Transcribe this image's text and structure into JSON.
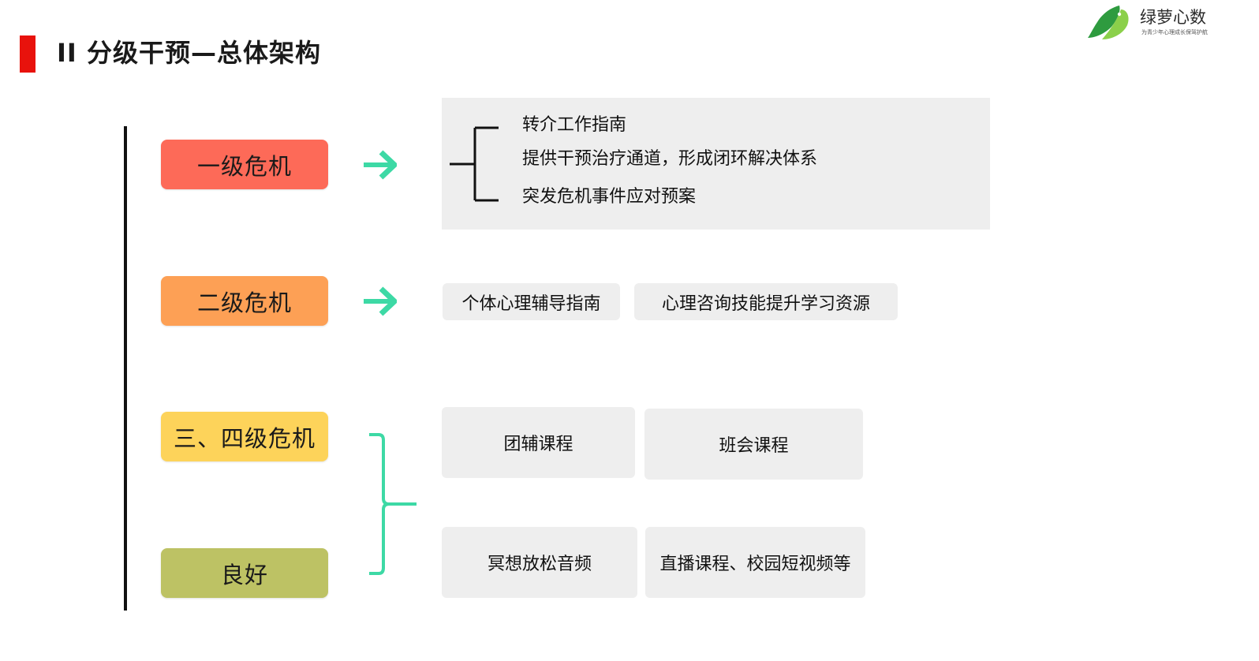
{
  "header": {
    "title": "II 分级干预—总体架构",
    "logo_name": "绿萝心数",
    "logo_tagline": "为青少年心理成长保驾护航"
  },
  "levels": [
    {
      "label": "一级危机",
      "color": "#fd6a58"
    },
    {
      "label": "二级危机",
      "color": "#fda055"
    },
    {
      "label": "三、四级危机",
      "color": "#fdd35a"
    },
    {
      "label": "良好",
      "color": "#bdc264"
    }
  ],
  "level1_items": [
    "转介工作指南",
    "提供干预治疗通道，形成闭环解决体系",
    "突发危机事件应对预案"
  ],
  "level2_items": [
    "个体心理辅导指南",
    "心理咨询技能提升学习资源"
  ],
  "level34_items": [
    "团辅课程",
    "班会课程",
    "冥想放松音频",
    "直播课程、校园短视频等"
  ],
  "colors": {
    "accent_red": "#e8120c",
    "arrow_teal": "#3dd9a5",
    "card_gray": "#eeeeee",
    "logo_green": "#3fb34f"
  }
}
